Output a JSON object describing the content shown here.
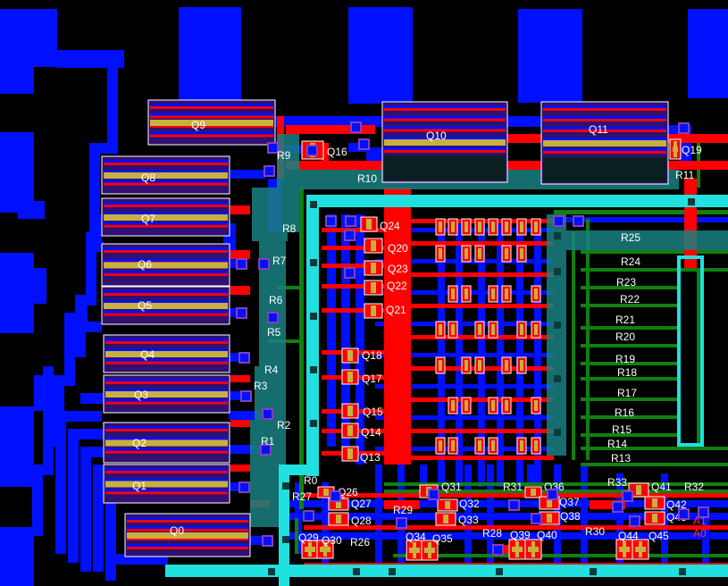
{
  "transistors_large": [
    {
      "label": "Q9"
    },
    {
      "label": "Q8"
    },
    {
      "label": "Q7"
    },
    {
      "label": "Q6"
    },
    {
      "label": "Q5"
    },
    {
      "label": "Q4"
    },
    {
      "label": "Q3"
    },
    {
      "label": "Q2"
    },
    {
      "label": "Q1"
    },
    {
      "label": "Q0"
    },
    {
      "label": "Q10"
    },
    {
      "label": "Q11"
    }
  ],
  "transistors_small": [
    {
      "label": "Q16"
    },
    {
      "label": "Q19"
    },
    {
      "label": "Q24"
    },
    {
      "label": "Q20"
    },
    {
      "label": "Q23"
    },
    {
      "label": "Q22"
    },
    {
      "label": "Q21"
    },
    {
      "label": "Q18"
    },
    {
      "label": "Q17"
    },
    {
      "label": "Q15"
    },
    {
      "label": "Q14"
    },
    {
      "label": "Q13"
    },
    {
      "label": "Q26"
    },
    {
      "label": "Q27"
    },
    {
      "label": "Q28"
    },
    {
      "label": "Q29"
    },
    {
      "label": "Q30"
    },
    {
      "label": "Q31"
    },
    {
      "label": "Q32"
    },
    {
      "label": "Q33"
    },
    {
      "label": "Q34"
    },
    {
      "label": "Q35"
    },
    {
      "label": "Q36"
    },
    {
      "label": "Q37"
    },
    {
      "label": "Q38"
    },
    {
      "label": "Q39"
    },
    {
      "label": "Q40"
    },
    {
      "label": "Q41"
    },
    {
      "label": "Q42"
    },
    {
      "label": "Q43"
    },
    {
      "label": "Q44"
    },
    {
      "label": "Q45"
    }
  ],
  "resistors": [
    {
      "label": "R9"
    },
    {
      "label": "R10"
    },
    {
      "label": "R11"
    },
    {
      "label": "R8"
    },
    {
      "label": "R7"
    },
    {
      "label": "R6"
    },
    {
      "label": "R5"
    },
    {
      "label": "R4"
    },
    {
      "label": "R3"
    },
    {
      "label": "R2"
    },
    {
      "label": "R1"
    },
    {
      "label": "R0"
    },
    {
      "label": "R27"
    },
    {
      "label": "R25"
    },
    {
      "label": "R24"
    },
    {
      "label": "R23"
    },
    {
      "label": "R22"
    },
    {
      "label": "R21"
    },
    {
      "label": "R20"
    },
    {
      "label": "R19"
    },
    {
      "label": "R18"
    },
    {
      "label": "R17"
    },
    {
      "label": "R16"
    },
    {
      "label": "R15"
    },
    {
      "label": "R14"
    },
    {
      "label": "R13"
    },
    {
      "label": "R26"
    },
    {
      "label": "R28"
    },
    {
      "label": "R29"
    },
    {
      "label": "R30"
    },
    {
      "label": "R31"
    },
    {
      "label": "R32"
    },
    {
      "label": "R33"
    }
  ],
  "pins": [
    {
      "label": "A1"
    },
    {
      "label": "A0"
    }
  ],
  "colors": {
    "metal_blue": "#0010ff",
    "poly_red": "#ff0000",
    "diffusion_gold": "#c8b040",
    "channel_purple": "#301070",
    "green_wire": "#108010",
    "cyan_rail": "#20e0e0",
    "teal_resistor": "#1a8080",
    "background": "#000000",
    "outline": "#ffffff",
    "pin_label": "#ff3030"
  }
}
